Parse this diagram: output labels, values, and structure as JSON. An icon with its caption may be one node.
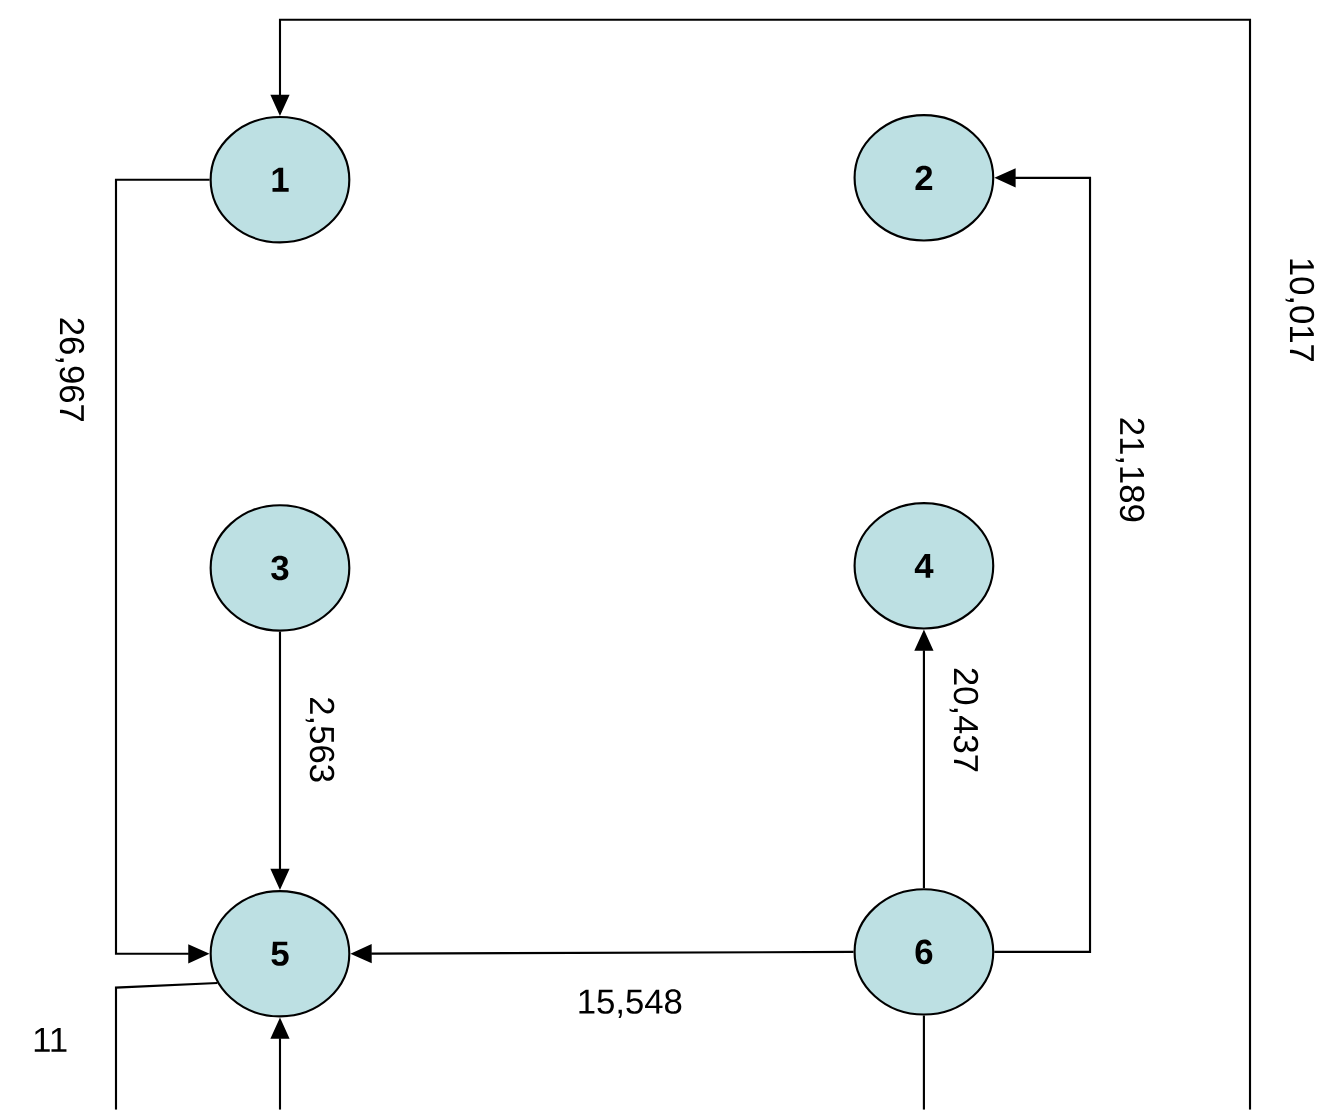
{
  "diagram": {
    "nodes": [
      {
        "text": [
          "1"
        ]
      },
      {
        "text": [
          "2"
        ]
      },
      {
        "text": [
          "3"
        ]
      },
      {
        "text": [
          "4"
        ]
      },
      {
        "text": [
          "5"
        ]
      },
      {
        "text": [
          "6"
        ]
      }
    ],
    "edges": [
      {
        "from": 0,
        "to": 4,
        "arrow": "to",
        "label": "26,967"
      },
      {
        "from": 2,
        "to": 4,
        "arrow": "to",
        "label": "2,563"
      },
      {
        "from": 5,
        "to": 4,
        "arrow": "to",
        "label": "15,548"
      },
      {
        "from": 5,
        "to": 3,
        "arrow": "to",
        "label": "20,437"
      },
      {
        "from": 5,
        "to": 1,
        "arrow": "to",
        "label": "21,189"
      },
      {
        "from": null,
        "to": 0,
        "arrow": "to",
        "label": "10,017"
      },
      {
        "from": 4,
        "to": null,
        "arrow": "none",
        "label": "11"
      },
      {
        "from": null,
        "to": 4,
        "arrow": "to"
      },
      {
        "from": 5,
        "to": null,
        "arrow": "none"
      }
    ]
  }
}
